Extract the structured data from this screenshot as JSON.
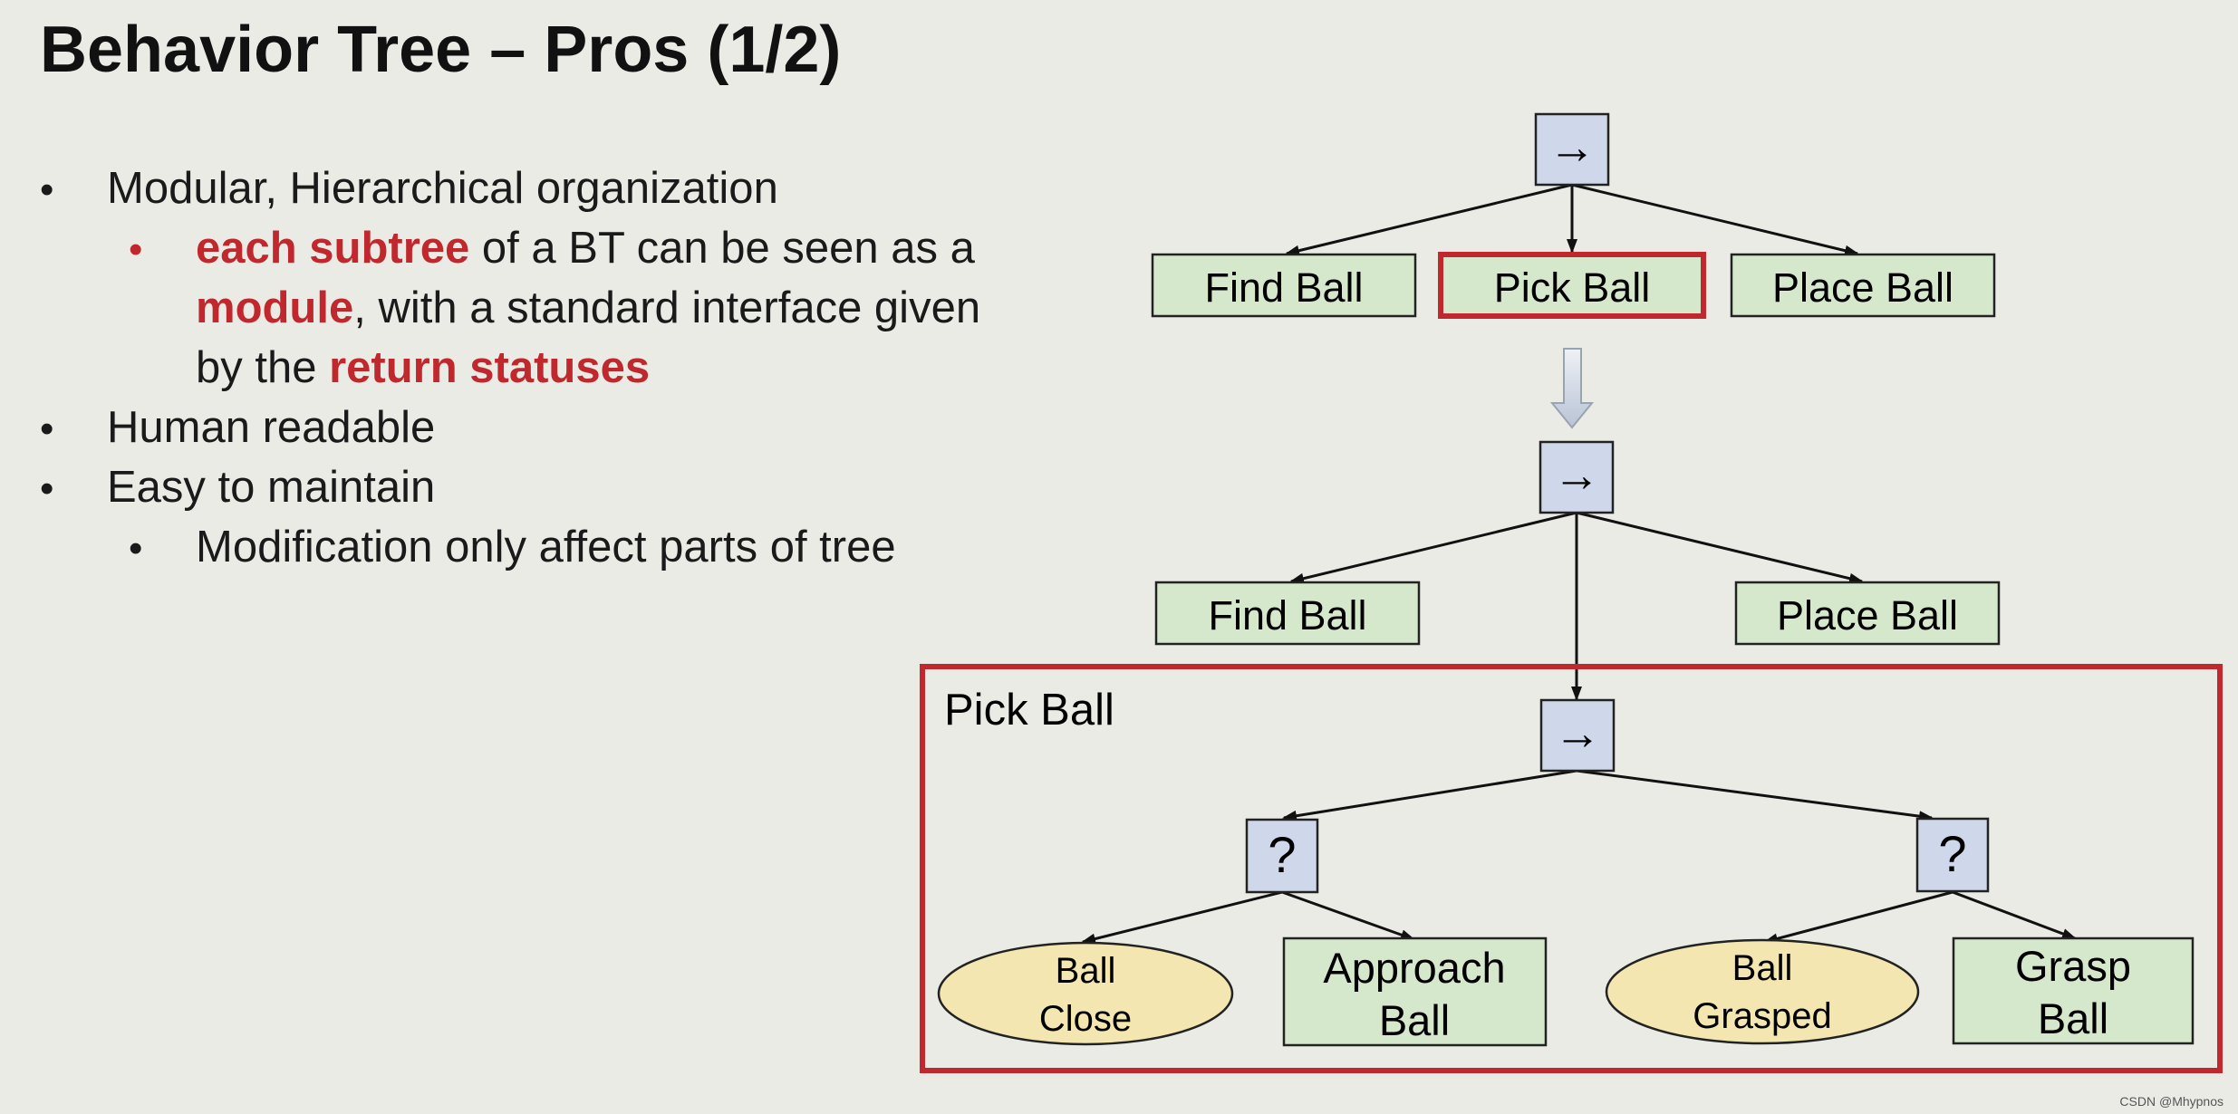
{
  "slide": {
    "title": "Behavior Tree – Pros (1/2)",
    "bullets": {
      "b1": "Modular, Hierarchical organization",
      "b1_sub_em1": "each subtree",
      "b1_sub_t1": " of a BT can be seen as a",
      "b1_sub_em2": "module",
      "b1_sub_t2": ", with a standard interface given",
      "b1_sub_t3": "by the ",
      "b1_sub_em3": "return statuses",
      "b2": "Human readable",
      "b3": "Easy to maintain",
      "b3_sub": "Modification only affect parts of tree"
    },
    "bullet_glyph": "•"
  },
  "diagram": {
    "sequence_symbol": "→",
    "fallback_symbol": "?",
    "top_tree": {
      "children": [
        "Find Ball",
        "Pick Ball",
        "Place Ball"
      ]
    },
    "expanded_tree": {
      "left_child": "Find Ball",
      "right_child": "Place Ball",
      "subtree_label": "Pick Ball",
      "fallback_left": {
        "condition_line1": "Ball",
        "condition_line2": "Close",
        "action_line1": "Approach",
        "action_line2": "Ball"
      },
      "fallback_right": {
        "condition_line1": "Ball",
        "condition_line2": "Grasped",
        "action_line1": "Grasp",
        "action_line2": "Ball"
      }
    },
    "colors": {
      "action_fill": "#d5e8cc",
      "condition_fill": "#f3e6b0",
      "control_fill": "#cfd8ea",
      "highlight": "#c0282d"
    }
  },
  "watermark": "CSDN @Mhypnos"
}
